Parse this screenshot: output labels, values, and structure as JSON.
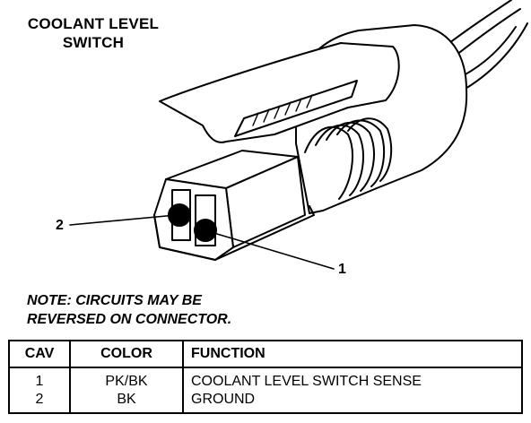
{
  "title": {
    "line1": "COOLANT LEVEL",
    "line2": "SWITCH"
  },
  "callouts": {
    "pin2": "2",
    "pin1": "1"
  },
  "note": {
    "line1": "NOTE:  CIRCUITS MAY BE",
    "line2": "REVERSED ON CONNECTOR."
  },
  "table": {
    "headers": {
      "cav": "CAV",
      "color": "COLOR",
      "function": "FUNCTION"
    },
    "rows": [
      {
        "cav": "1",
        "color": "PK/BK",
        "function": "COOLANT LEVEL SWITCH SENSE"
      },
      {
        "cav": "2",
        "color": "BK",
        "function": "GROUND"
      }
    ]
  }
}
